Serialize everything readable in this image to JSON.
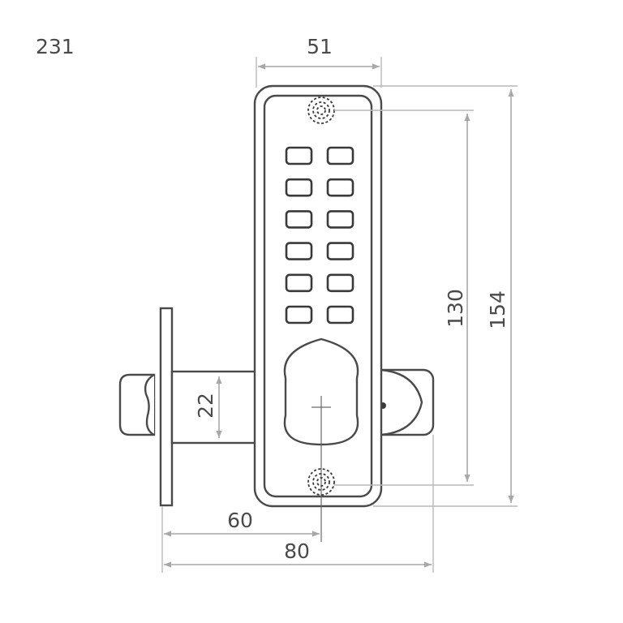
{
  "figure": {
    "id_label": "231",
    "dimensions": {
      "width_top": "51",
      "inner_height": "130",
      "total_height": "154",
      "latch_diameter": "22",
      "backset": "60",
      "overall_depth": "80"
    },
    "keypad": {
      "rows": 6,
      "columns": 2
    },
    "colors": {
      "outline": "#4a4a4a",
      "dimension_lines": "#a8a8a8",
      "text": "#4a4a4a"
    }
  }
}
